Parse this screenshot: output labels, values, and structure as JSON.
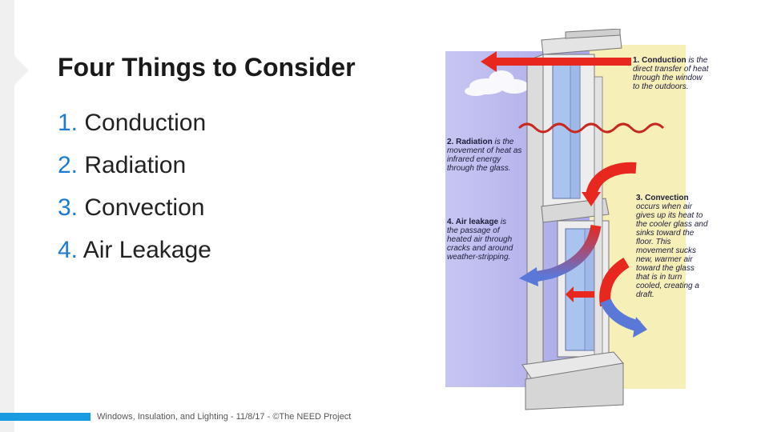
{
  "slide": {
    "title": "Four Things to Consider",
    "items": [
      {
        "num": "1.",
        "label": "Conduction"
      },
      {
        "num": "2.",
        "label": "Radiation"
      },
      {
        "num": "3.",
        "label": "Convection"
      },
      {
        "num": "4.",
        "label": "Air Leakage"
      }
    ],
    "footer": "Windows, Insulation, and Lighting - 11/8/17 - ©The NEED Project"
  },
  "diagram": {
    "conduction": {
      "head": "1. Conduction",
      "body": " is the direct transfer of heat through the window to the outdoors."
    },
    "radiation": {
      "head": "2. Radiation",
      "body": " is the movement of heat as infrared energy through the glass."
    },
    "convection": {
      "head": "3. Convection",
      "body": " occurs when air gives up its heat to the cooler glass and sinks toward the floor. This movement sucks new, warmer air toward the glass that is in turn cooled, creating a draft."
    },
    "leakage": {
      "head": "4. Air leakage",
      "body": " is the passage of heated air through cracks and around weather-stripping."
    }
  },
  "colors": {
    "accent": "#1a7bd0",
    "footer_bar": "#1a9ae0",
    "outdoor_sky": "#a9a8e8",
    "indoor_wall": "#f7efb8",
    "arrow_red": "#e8281e",
    "arrow_blue": "#5a78d8"
  }
}
